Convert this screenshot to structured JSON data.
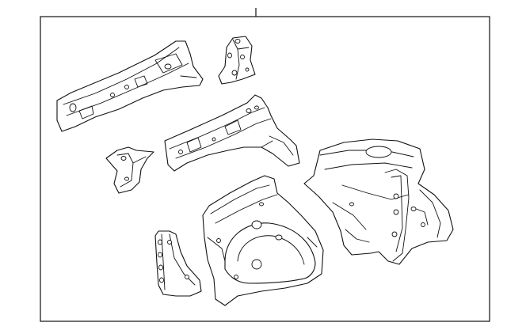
{
  "diagram": {
    "line_color": "#111111",
    "background": "#ffffff",
    "parts": [
      "front-side-rail-left",
      "small-bracket-top",
      "front-side-rail-center",
      "rail-extension-bracket",
      "wheelhouse-apron-right",
      "wheelhouse-apron-left",
      "lower-reinforcement-bracket"
    ]
  }
}
